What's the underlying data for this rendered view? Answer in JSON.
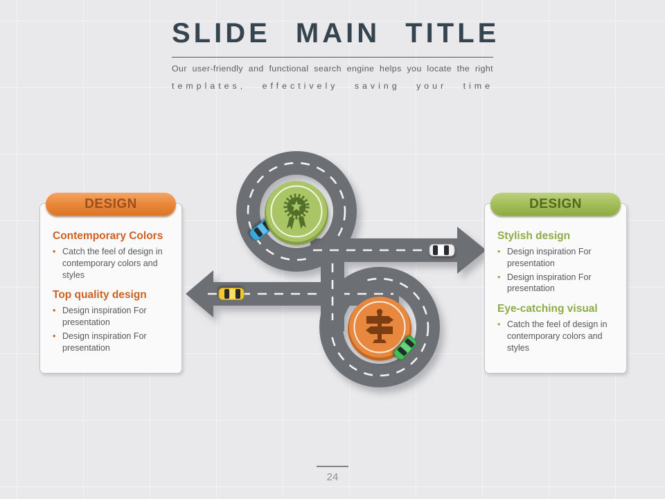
{
  "slide": {
    "title": "SLIDE MAIN TITLE",
    "subtitle_line1": "Our user-friendly and functional search engine helps you locate the right",
    "subtitle_line2": "templates, effectively saving your time",
    "page_number": "24"
  },
  "left_card": {
    "header_label": "DESIGN",
    "accent_color": "#EA8A3D",
    "sections": [
      {
        "heading": "Contemporary Colors",
        "bullets": [
          "Catch the feel of design in contemporary colors and styles"
        ]
      },
      {
        "heading": "Top quality design",
        "bullets": [
          "Design inspiration For presentation",
          "Design inspiration For presentation"
        ]
      }
    ]
  },
  "right_card": {
    "header_label": "DESIGN",
    "accent_color": "#A6C05C",
    "sections": [
      {
        "heading": "Stylish design",
        "bullets": [
          "Design inspiration For presentation",
          "Design inspiration For presentation"
        ]
      },
      {
        "heading": "Eye-catching visual",
        "bullets": [
          "Catch the feel of design in contemporary colors and styles"
        ]
      }
    ]
  },
  "roadmap": {
    "road_color": "#6C6F74",
    "badges": [
      {
        "icon": "award-icon",
        "color": "#A9C566"
      },
      {
        "icon": "signpost-icon",
        "color": "#E8883E"
      }
    ],
    "cars": [
      {
        "icon": "blue-car-icon",
        "color": "#3BAADF"
      },
      {
        "icon": "yellow-car-icon",
        "color": "#F4C733"
      },
      {
        "icon": "white-car-icon",
        "color": "#EFEFEF"
      },
      {
        "icon": "green-car-icon",
        "color": "#3FBF57"
      }
    ]
  }
}
